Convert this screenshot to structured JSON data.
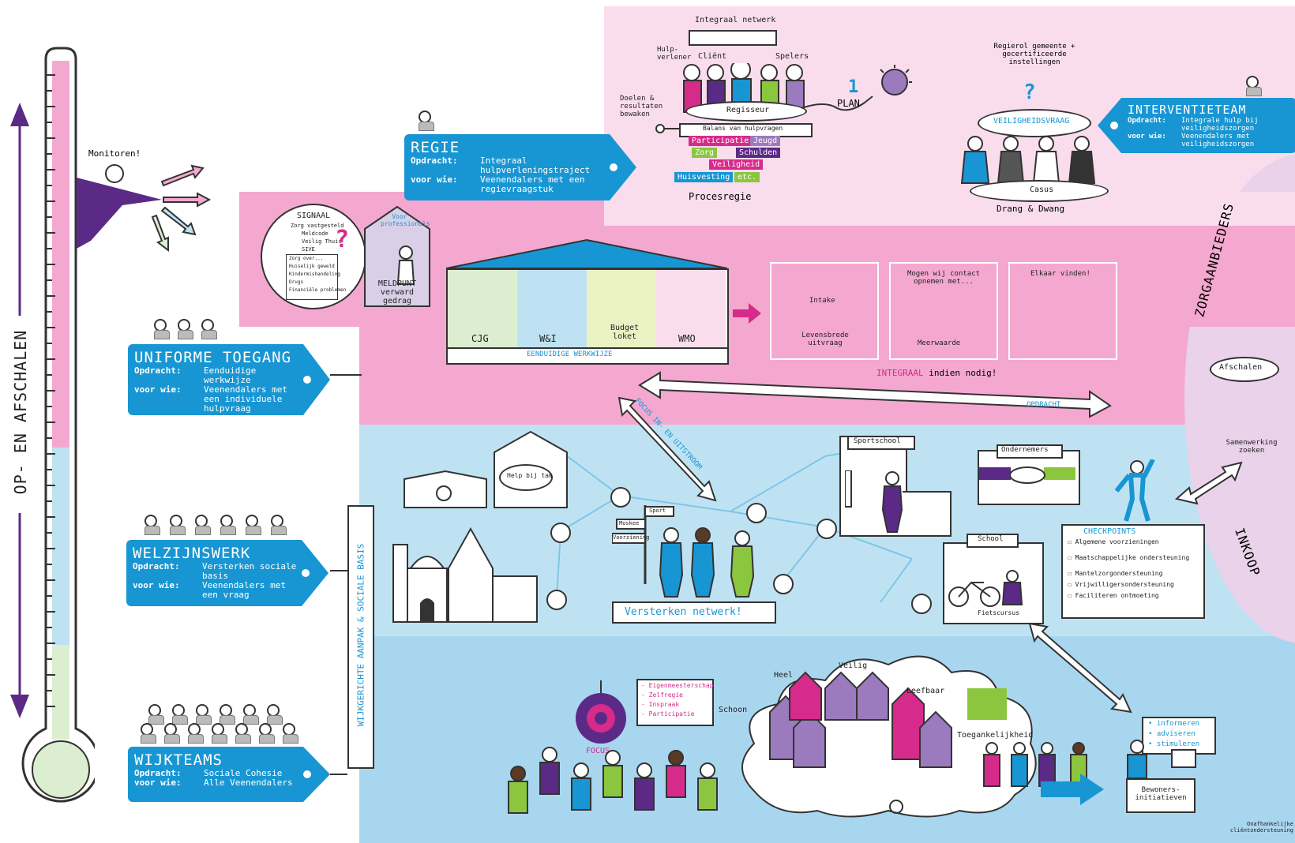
{
  "thermometer": {
    "label": "OP- EN AFSCHALEN"
  },
  "monitor": {
    "speech": "Monitoren!"
  },
  "tags": {
    "regie": {
      "title": "REGIE",
      "opdracht_key": "Opdracht:",
      "opdracht": "Integraal hulpverleningstraject",
      "voorwie_key": "voor wie:",
      "voorwie": "Veenendalers met een regievraagstuk"
    },
    "uniforme": {
      "title": "UNIFORME TOEGANG",
      "opdracht_key": "Opdracht:",
      "opdracht": "Eenduidige werkwijze",
      "voorwie_key": "voor wie:",
      "voorwie": "Veenendalers met een individuele hulpvraag"
    },
    "welzijn": {
      "title": "WELZIJNSWERK",
      "opdracht_key": "Opdracht:",
      "opdracht": "Versterken sociale basis",
      "voorwie_key": "voor wie:",
      "voorwie": "Veenendalers met een vraag"
    },
    "wijkteams": {
      "title": "WIJKTEAMS",
      "opdracht_key": "Opdracht:",
      "opdracht": "Sociale Cohesie",
      "voorwie_key": "voor wie:",
      "voorwie": "Alle Veenendalers"
    },
    "interventie": {
      "title": "INTERVENTIETEAM",
      "opdracht_key": "Opdracht:",
      "opdracht": "Integrale hulp bij veiligheidszorgen",
      "voorwie_key": "voor wie:",
      "voorwie": "Veenendalers met veiligheidszorgen"
    }
  },
  "procesregie": {
    "netwerk": "Integraal netwerk",
    "roles": [
      "Hulp-verlener",
      "Cliënt",
      "Spelers"
    ],
    "table": "Regisseur",
    "side": "Doelen & resultaten bewaken",
    "plan": "PLAN",
    "plan_num": "1",
    "base": "Balans van hulpvragen",
    "blocks": [
      "Participatie",
      "Jeugd",
      "Zorg",
      "Schulden",
      "Veiligheid",
      "Huisvesting",
      "etc."
    ],
    "caption": "Procesregie"
  },
  "veiligheid": {
    "top": "Regierol gemeente + gecertificeerde instellingen",
    "bubble": "VEILIGHEIDSVRAAG",
    "table": "Casus",
    "caption": "Drang & Dwang"
  },
  "signaal": {
    "title": "SIGNAAL",
    "lines": [
      "Zorg vastgesteld",
      "Meldcode",
      "Veilig Thuis",
      "SIVE"
    ],
    "card": [
      "Zorg over...",
      "Huiselijk geweld",
      "Kindermishandeling",
      "Drugs",
      "Financiële problemen"
    ],
    "house_top": "Voor professionals",
    "house_bottom": "MELDPUNT verward gedrag"
  },
  "toegang": {
    "cells": [
      "CJG",
      "W&I",
      "Budget loket",
      "WMO"
    ],
    "footer": "EENDUIDIGE WERKWIJZE",
    "panels": [
      {
        "top": "Intake",
        "bottom": "Levensbrede uitvraag"
      },
      {
        "top": "Mogen wij contact opnemen met...",
        "bottom": "Meerwaarde"
      },
      {
        "top": "Elkaar vinden!",
        "bottom": ""
      }
    ],
    "integraal": "INTEGRAAL",
    "integraal_rest": "indien nodig!",
    "opdracht_arrow": "OPDRACHT"
  },
  "right": {
    "zorgaanbieders": "ZORGAANBIEDERS",
    "inkoop": "INKOOP",
    "afschalen": "Afschalen",
    "samenwerking": "Samenwerking zoeken"
  },
  "netwerk": {
    "focus": "FOCUS IN- EN UITSTROOM",
    "help": "Help bij tam",
    "sign": [
      "Sport",
      "Moskee",
      "Voorziening"
    ],
    "banner": "Versterken netwerk!",
    "sportschool": "Sportschool",
    "ondernemers": "Ondernemers",
    "school": "School",
    "fietscursus": "Fietscursus",
    "wijk_label": "WIJKGERICHTE AANPAK & SOCIALE BASIS"
  },
  "checkpoints": {
    "title": "CHECKPOINTS",
    "items": [
      "Algemene voorzieningen",
      "Maatschappelijke ondersteuning",
      "Mantelzorgondersteuning",
      "Vrijwilligersondersteuning",
      "Faciliteren ontmoeting"
    ]
  },
  "wijk": {
    "words": [
      "Heel",
      "Veilig",
      "Leefbaar",
      "Schoon",
      "Toegankelijkheid"
    ],
    "focus": "FOCUS",
    "list": [
      "Eigenmeesterschap",
      "Zelfregie",
      "Inspraak",
      "Participatie"
    ],
    "bewoners": "Bewoners-initiatieven",
    "actions": [
      "informeren",
      "adviseren",
      "stimuleren"
    ],
    "onafhankelijke": "Onafhankelijke cliëntondersteuning"
  },
  "colors": {
    "pink": "#f4a8cf",
    "lightpink": "#f9dded",
    "lightblue": "#bfe2f3",
    "midblue": "#a9d6ef",
    "tagblue": "#1896d3",
    "purple": "#5b2a86",
    "magenta": "#d62b8a",
    "green": "#8cc63f"
  }
}
